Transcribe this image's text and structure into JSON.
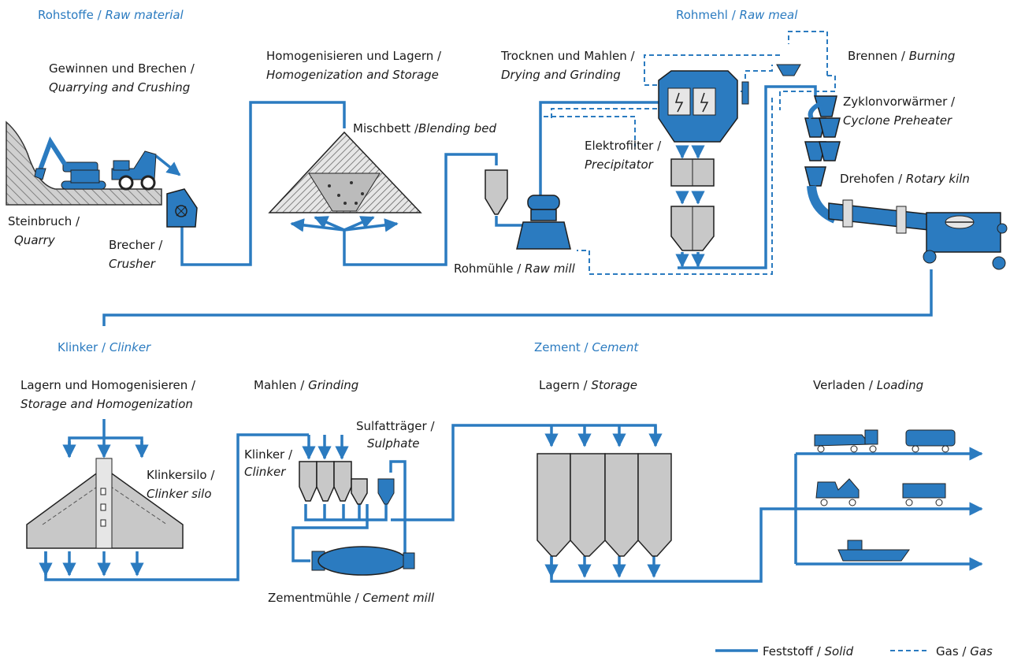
{
  "sections": {
    "raw_material": [
      "Rohstoffe / ",
      "Raw material"
    ],
    "raw_meal": [
      "Rohmehl / ",
      "Raw meal"
    ],
    "clinker": [
      "Klinker / ",
      "Clinker"
    ],
    "cement": [
      "Zement / ",
      "Cement"
    ]
  },
  "labels": {
    "quarrying_de": "Gewinnen und Brechen /",
    "quarrying_en": "Quarrying and Crushing",
    "homog_de": "Homogenisieren und Lagern /",
    "homog_en": "Homogenization and Storage",
    "drying_de": "Trocknen und Mahlen /",
    "drying_en": "Drying and Grinding",
    "burning_de": "Brennen / ",
    "burning_en": "Burning",
    "mischbett_de": "Mischbett /",
    "mischbett_en": "Blending bed",
    "cyclone_de": "Zyklonvorwärmer /",
    "cyclone_en": "Cyclone Preheater",
    "elektro_de": "Elektrofilter /",
    "elektro_en": "Precipitator",
    "drehofen_de": "Drehofen / ",
    "drehofen_en": "Rotary kiln",
    "steinbruch_de": "Steinbruch /",
    "steinbruch_en": "Quarry",
    "brecher_de": "Brecher /",
    "brecher_en": "Crusher",
    "rohmuehle_de": "Rohmühle / ",
    "rohmuehle_en": "Raw mill",
    "lagern_homog_de": "Lagern und Homogenisieren /",
    "lagern_homog_en": "Storage and Homogenization",
    "mahlen_de": "Mahlen / ",
    "mahlen_en": "Grinding",
    "sulfat_de": "Sulfatträger /",
    "sulfat_en": "Sulphate",
    "klinker_de": "Klinker /",
    "klinker_en": "Clinker",
    "klinkersilo_de": "Klinkersilo /",
    "klinkersilo_en": "Clinker silo",
    "lagern_de": "Lagern / ",
    "lagern_en": "Storage",
    "verladen_de": "Verladen / ",
    "verladen_en": "Loading",
    "zementmuehle_de": "Zementmühle / ",
    "zementmuehle_en": "Cement mill"
  },
  "legend": {
    "solid_de": "Feststoff / ",
    "solid_en": "Solid",
    "gas_de": "Gas / ",
    "gas_en": "Gas"
  },
  "colors": {
    "accent": "#2b7bc0",
    "equipment_grey": "#c8c8c8"
  }
}
